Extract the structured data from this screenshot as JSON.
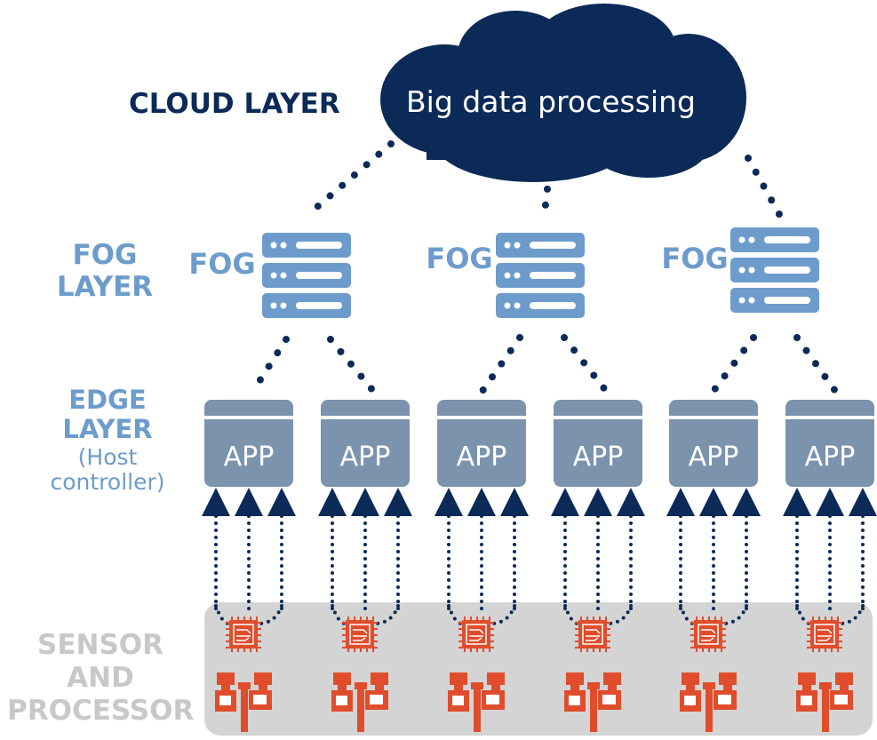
{
  "cloud": {
    "layer_label": "CLOUD LAYER",
    "text": "Big data processing"
  },
  "fog": {
    "layer_label_1": "FOG",
    "layer_label_2": "LAYER",
    "node_label": "FOG",
    "node_count": 3
  },
  "edge": {
    "layer_label_1": "EDGE",
    "layer_label_2": "LAYER",
    "sub_label_1": "(Host",
    "sub_label_2": "controller)",
    "app_label": "APP",
    "app_count": 6
  },
  "sensor": {
    "layer_label_1": "SENSOR",
    "layer_label_2": "AND",
    "layer_label_3": "PROCESSOR",
    "group_count": 6
  },
  "colors": {
    "navy": "#0b2a57",
    "fog_blue": "#6d9ccc",
    "app_gray": "#7b93ad",
    "sensor_red": "#e04d2c",
    "sensor_bg": "#d4d4d4"
  }
}
